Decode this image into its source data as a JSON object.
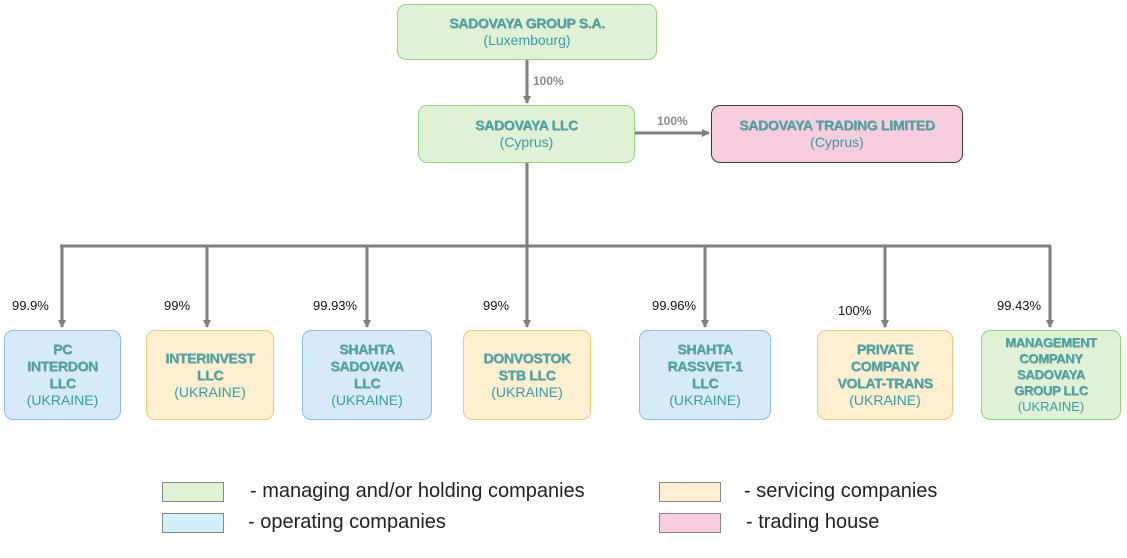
{
  "entities": {
    "top": {
      "name": "SADOVAYA GROUP S.A.",
      "location": "(Luxembourg)"
    },
    "llc": {
      "name": "SADOVAYA LLC",
      "location": "(Cyprus)"
    },
    "trading": {
      "name": "SADOVAYA TRADING LIMITED",
      "location": "(Cyprus)"
    },
    "subs": [
      {
        "name": "PC\nINTERDON\nLLC",
        "location": "(UKRAINE)",
        "share": "99.9%"
      },
      {
        "name": "INTERINVEST\nLLC",
        "location": "(UKRAINE)",
        "share": "99%"
      },
      {
        "name": "SHAHTA\nSADOVAYA\nLLC",
        "location": "(UKRAINE)",
        "share": "99.93%"
      },
      {
        "name": "DONVOSTOK\nSTB LLC",
        "location": "(UKRAINE)",
        "share": "99%"
      },
      {
        "name": "SHAHTA\nRASSVET-1\nLLC",
        "location": "(UKRAINE)",
        "share": "99.96%"
      },
      {
        "name": "PRIVATE\nCOMPANY\nVOLAT-TRANS",
        "location": "(UKRAINE)",
        "share": "100%"
      },
      {
        "name": "MANAGEMENT\nCOMPANY\nSADOVAYA\nGROUP LLC",
        "location": "(UKRAINE)",
        "share": "99.43%"
      }
    ]
  },
  "edges": {
    "top_to_llc": "100%",
    "llc_to_trading": "100%"
  },
  "legend": [
    {
      "color": "#dff2d6",
      "label": "- managing and/or holding companies"
    },
    {
      "color": "#fdefd0",
      "label": "- servicing companies"
    },
    {
      "color": "#d2f0f7",
      "label": "- operating companies"
    },
    {
      "color": "#f9cde0",
      "label": "- trading house"
    }
  ],
  "colors": {
    "managing": "#dff2d6",
    "operating": "#d7eaf9",
    "servicing": "#fdefd0",
    "trading": "#f9cde0",
    "line": "#7f7f7f"
  }
}
